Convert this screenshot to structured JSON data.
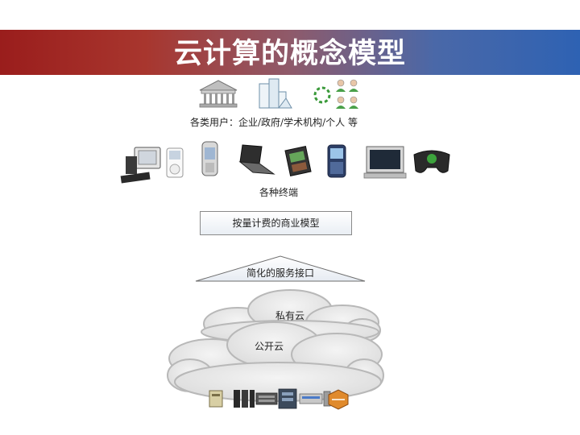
{
  "slide": {
    "title": "云计算的概念模型"
  },
  "users": {
    "label": "各类用户：企业/政府/学术机构/个人 等",
    "icons": [
      "government-building-icon",
      "office-building-icon",
      "user-group-icon"
    ]
  },
  "devices": {
    "label": "各种终端",
    "icons": [
      "desktop-computer-icon",
      "media-player-icon",
      "mobile-phone-icon",
      "laptop-icon",
      "handheld-device-icon",
      "smartphone-icon",
      "television-icon",
      "game-controller-icon"
    ]
  },
  "billing": {
    "label": "按量计费的商业模型"
  },
  "service": {
    "label": "简化的服务接口"
  },
  "clouds": {
    "private_label": "私有云",
    "public_label": "公开云"
  },
  "infrastructure": {
    "icons": [
      "server-icon",
      "rack-server-icon",
      "storage-array-icon",
      "server-cabinet-icon",
      "network-switch-icon",
      "storage-drive-icon",
      "network-router-icon"
    ]
  },
  "colors": {
    "header_left": "#9a1d1c",
    "header_right": "#2e62b3",
    "cloud_fill": "#eeeeee",
    "cloud_stroke": "#bdbdbd"
  }
}
